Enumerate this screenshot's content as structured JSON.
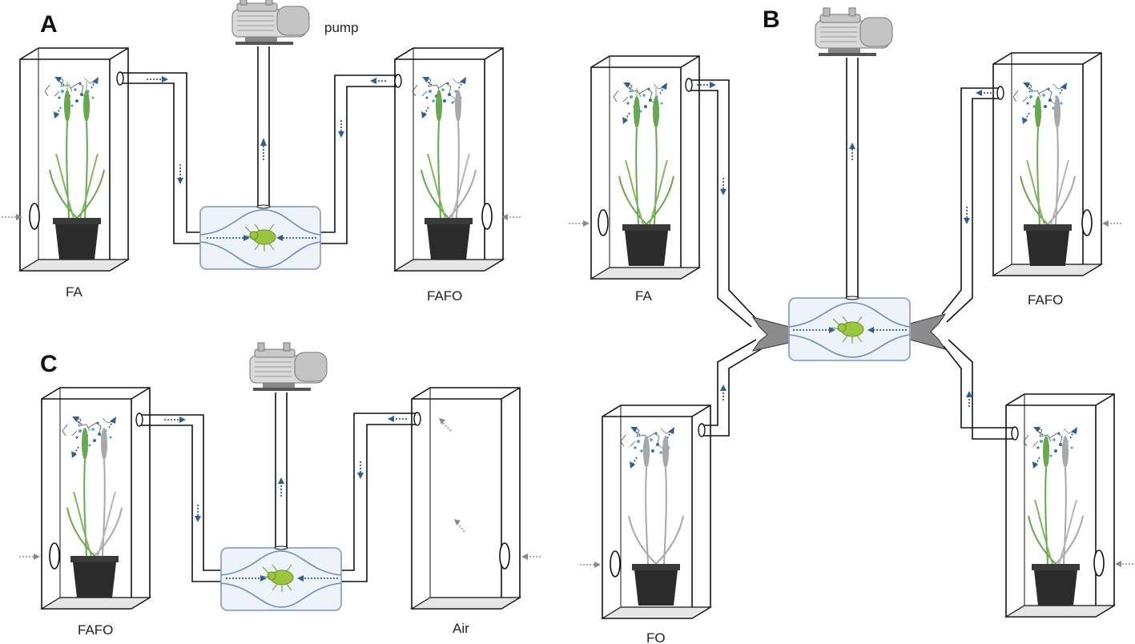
{
  "panels": {
    "a": {
      "letter": "A",
      "pump_label": "pump",
      "left_label": "FA",
      "right_label": "FAFO"
    },
    "b": {
      "letter": "B",
      "top_left_label": "FA",
      "top_right_label": "FAFO",
      "bottom_left_label": "FO"
    },
    "c": {
      "letter": "C",
      "left_label": "FAFO",
      "right_label": "Air"
    }
  },
  "colors": {
    "flow_arrow": "#2d5f91",
    "ambient_arrow": "#8a8a8a",
    "healthy_plant": "#6aa84f",
    "infested_plant": "#a8a8a8",
    "insect": "#9bc53d",
    "arena_fill": "#eef3fa"
  }
}
